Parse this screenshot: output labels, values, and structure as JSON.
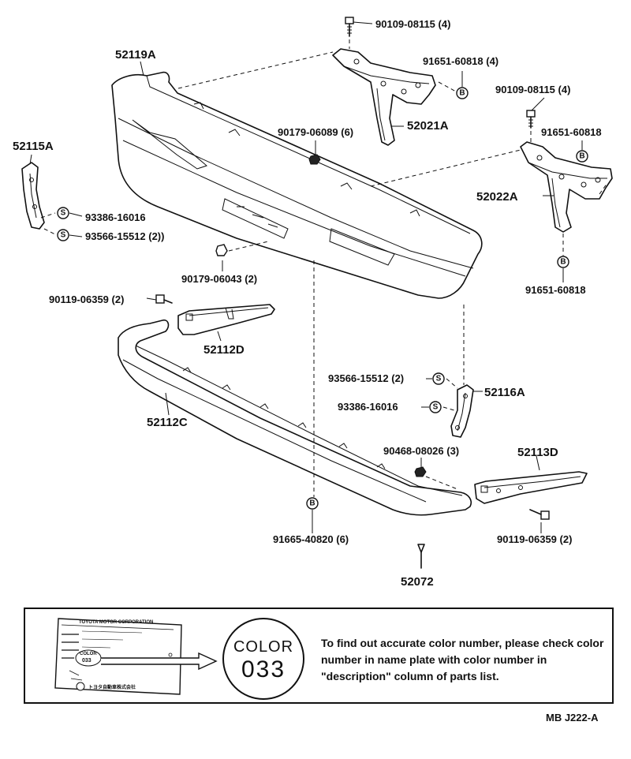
{
  "diagram": {
    "callouts": {
      "p52119A": "52119A",
      "p90109_top": "90109-08115 (4)",
      "p91651_top": "91651-60818 (4)",
      "p52021A": "52021A",
      "p90179_06089": "90179-06089 (6)",
      "p90109_right": "90109-08115 (4)",
      "p91651_right_top": "91651-60818",
      "p52022A": "52022A",
      "p91651_right_bottom": "91651-60818",
      "p52115A": "52115A",
      "p93386_left": "93386-16016",
      "p93566_left": "93566-15512 (2))",
      "p90179_06043": "90179-06043 (2)",
      "p90119_left": "90119-06359 (2)",
      "p52112D": "52112D",
      "p52112C": "52112C",
      "p93566_right": "93566-15512 (2)",
      "p52116A": "52116A",
      "p93386_right": "93386-16016",
      "p90468": "90468-08026 (3)",
      "p52113D": "52113D",
      "p91665": "91665-40820 (6)",
      "p90119_right": "90119-06359 (2)",
      "p52072": "52072"
    },
    "symbols": {
      "bolt": "B",
      "screw": "S"
    }
  },
  "note": {
    "badge_word": "COLOR",
    "badge_number": "033",
    "plate_header": "TOYOTA MOTOR CORPORATION",
    "plate_color": "COLOR",
    "plate_number": "033",
    "plate_maker": "トヨタ自動車株式会社",
    "text": "To find out accurate color number, please check color number in name plate with color number in \"description\" column of parts list."
  },
  "footer": {
    "diagram_code": "MB J222-A"
  }
}
